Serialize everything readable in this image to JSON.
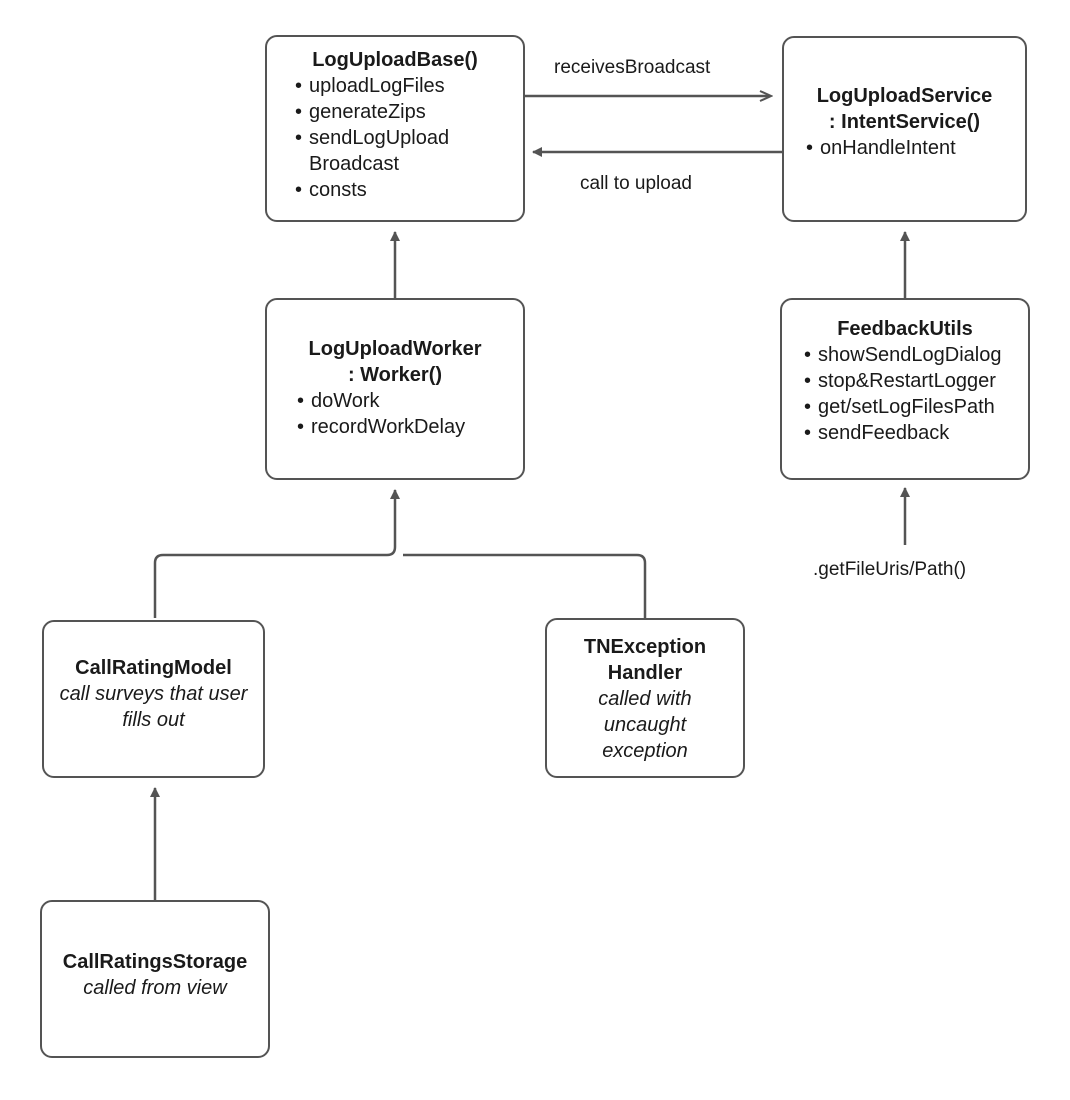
{
  "diagram": {
    "title_text": "",
    "stroke_color": "#545454",
    "text_color": "#1a1a1a",
    "background": "#ffffff",
    "nodes": [
      {
        "id": "log-upload-base",
        "title": "LogUploadBase()",
        "bullets": [
          "uploadLogFiles",
          "generateZips",
          "sendLogUpload\nBroadcast",
          "consts"
        ],
        "subtitle": ""
      },
      {
        "id": "log-upload-service",
        "title": "LogUploadService\n: IntentService()",
        "bullets": [
          "onHandleIntent"
        ],
        "subtitle": ""
      },
      {
        "id": "log-upload-worker",
        "title": "LogUploadWorker\n: Worker()",
        "bullets": [
          "doWork",
          "recordWorkDelay"
        ],
        "subtitle": ""
      },
      {
        "id": "feedback-utils",
        "title": "FeedbackUtils",
        "bullets": [
          "showSendLogDialog",
          "stop&RestartLogger",
          "get/setLogFilesPath",
          "sendFeedback"
        ],
        "subtitle": ""
      },
      {
        "id": "call-rating-model",
        "title": "CallRatingModel",
        "bullets": [],
        "subtitle": "call surveys that user\nfills out"
      },
      {
        "id": "tn-exception-handler",
        "title": "TNException\nHandler",
        "bullets": [],
        "subtitle": "called with\nuncaught\nexception"
      },
      {
        "id": "call-ratings-storage",
        "title": "CallRatingsStorage",
        "bullets": [],
        "subtitle": "called from view"
      }
    ],
    "edge_labels": {
      "receives_broadcast": "receivesBroadcast",
      "call_to_upload": "call to upload",
      "get_file_uris_path": ".getFileUris/Path()"
    }
  }
}
